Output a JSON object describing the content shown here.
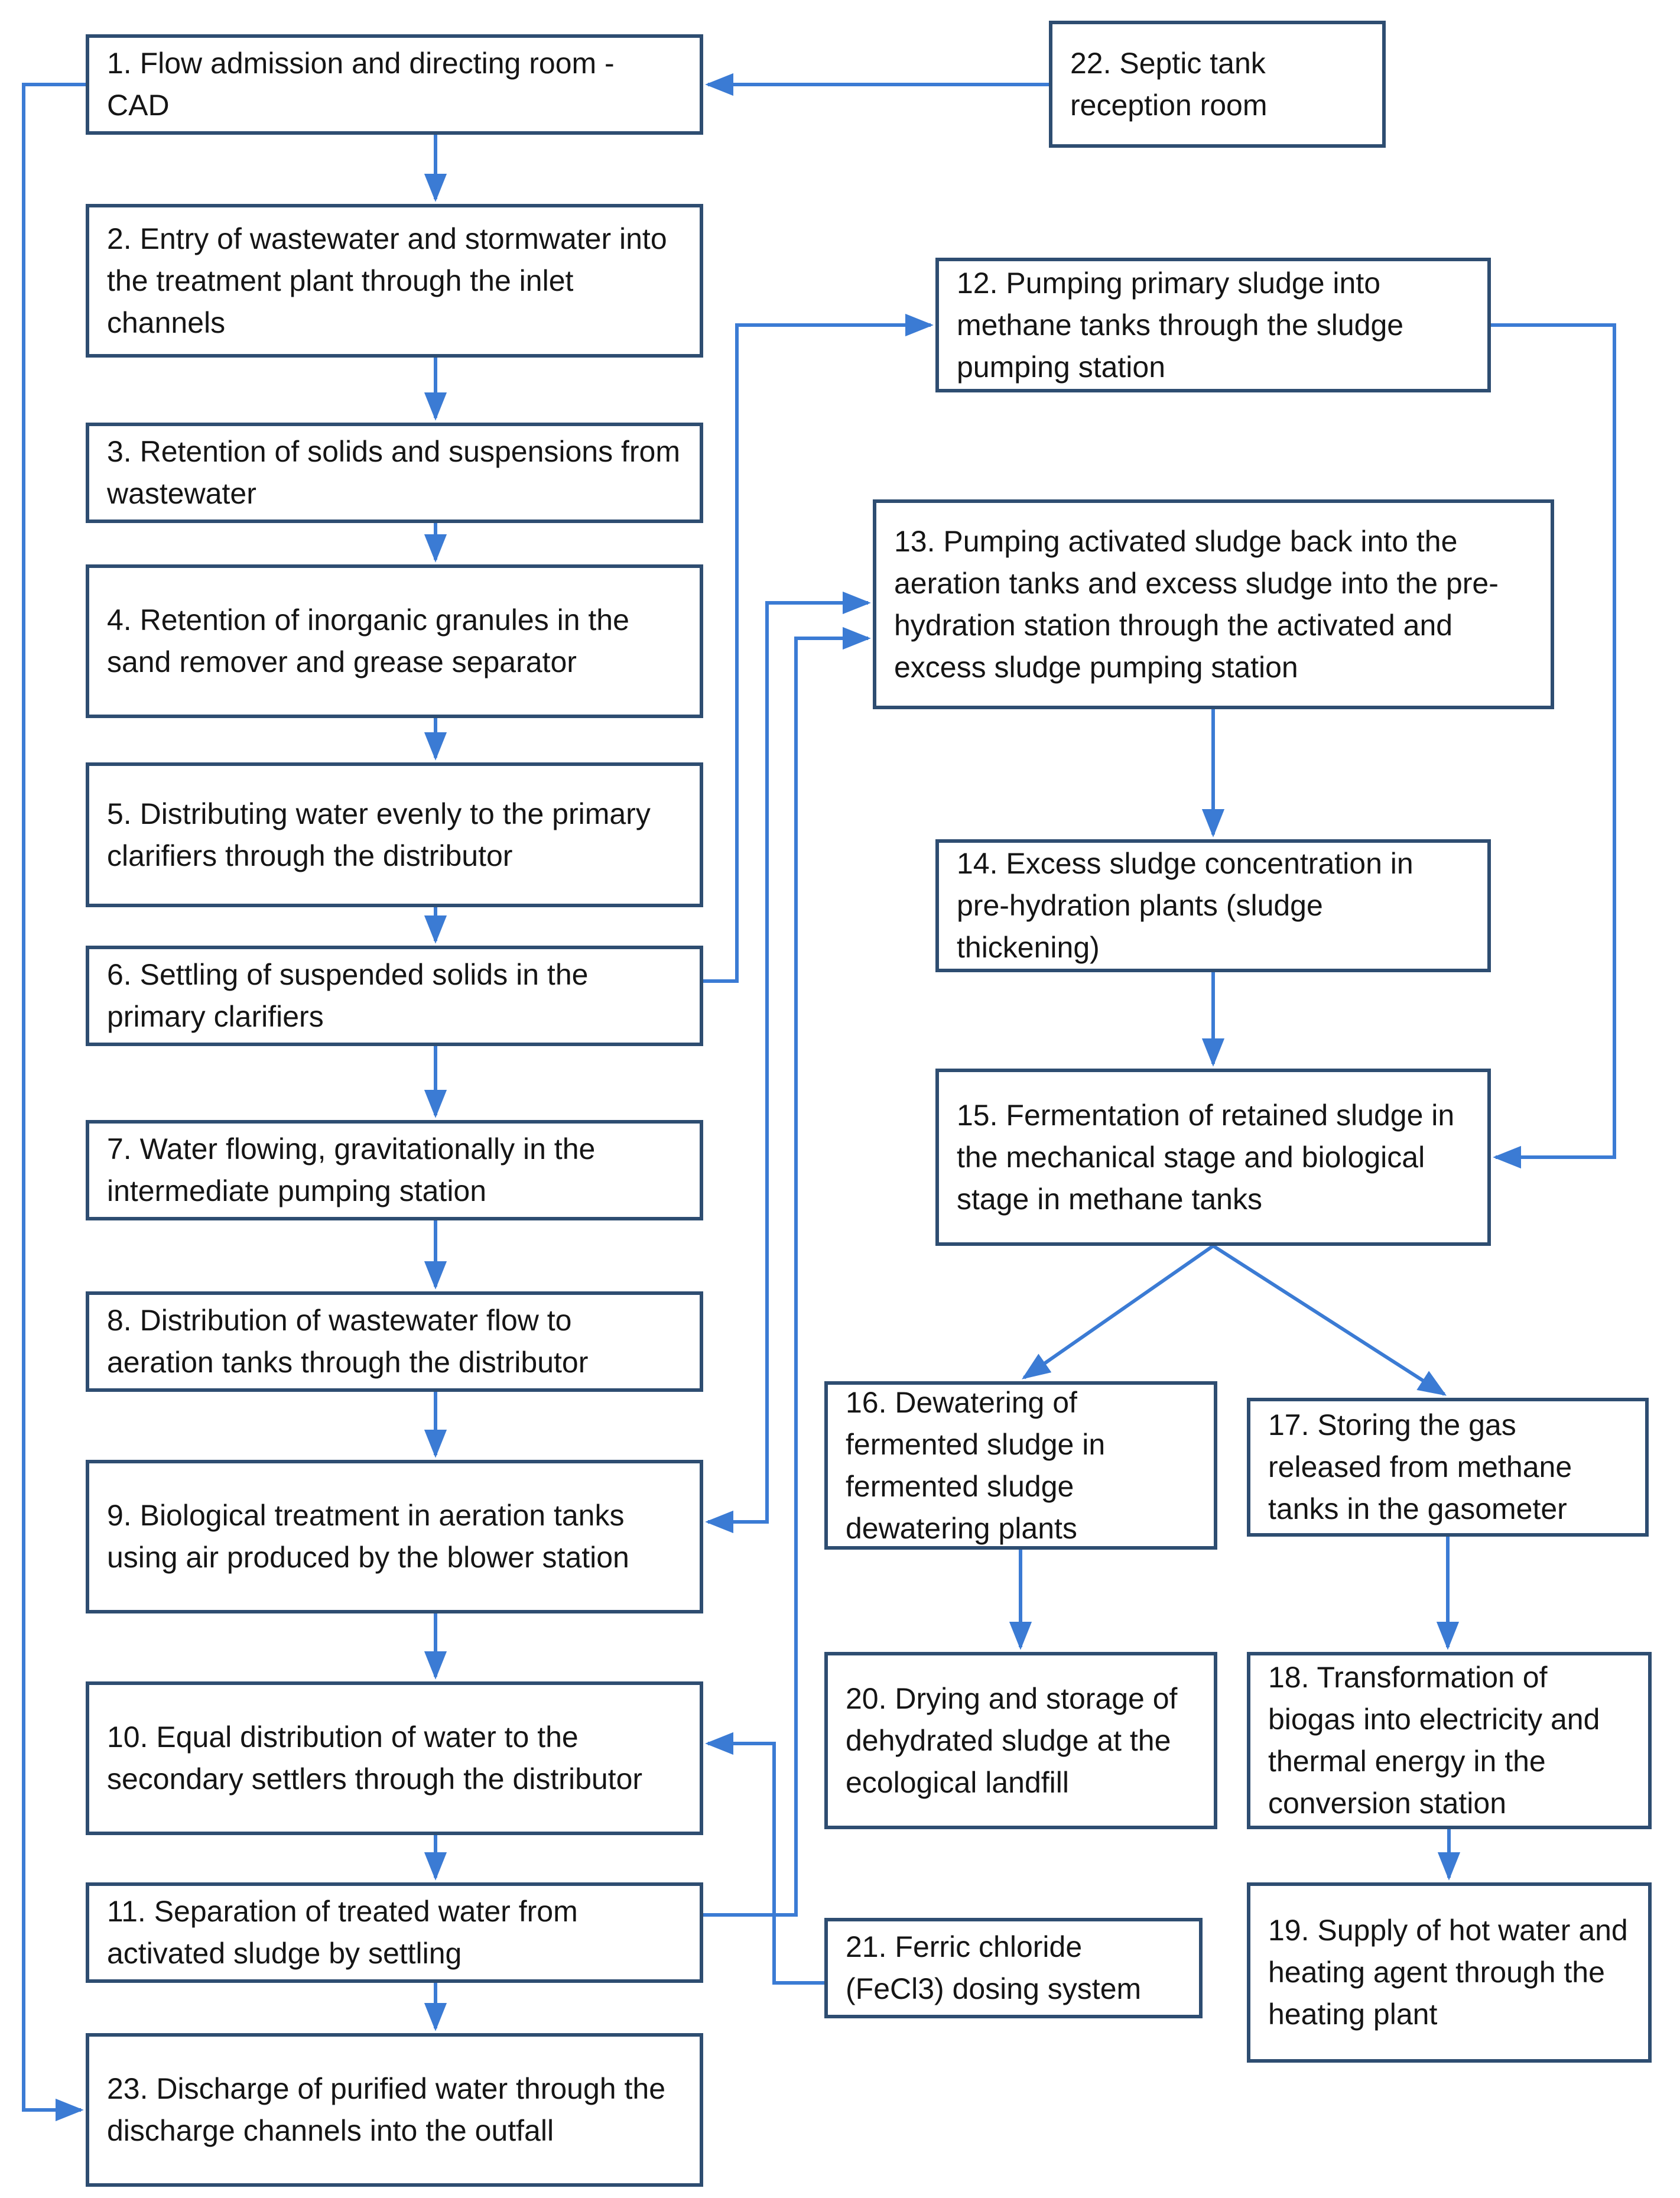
{
  "diagram": {
    "title": "Wastewater treatment plant process flowchart",
    "colors": {
      "background": "#ffffff",
      "box_border": "#2e4d71",
      "box_fill": "#ffffff",
      "arrow": "#3b7bd4",
      "text": "#151515"
    },
    "nodes": [
      {
        "id": 1,
        "label": "1. Flow admission and directing room - CAD"
      },
      {
        "id": 2,
        "label": "2. Entry of wastewater and stormwater into the treatment plant through the inlet channels"
      },
      {
        "id": 3,
        "label": "3. Retention of solids and suspensions from wastewater"
      },
      {
        "id": 4,
        "label": "4. Retention of inorganic granules in the sand remover and grease separator"
      },
      {
        "id": 5,
        "label": "5. Distributing water evenly to the primary clarifiers through the distributor"
      },
      {
        "id": 6,
        "label": "6. Settling of suspended solids in the primary clarifiers"
      },
      {
        "id": 7,
        "label": "7. Water flowing, gravitationally in the intermediate pumping station"
      },
      {
        "id": 8,
        "label": "8. Distribution of wastewater flow to aeration tanks through the distributor"
      },
      {
        "id": 9,
        "label": "9. Biological treatment in aeration tanks using air produced by the blower station"
      },
      {
        "id": 10,
        "label": "10. Equal distribution of water to the secondary settlers through the distributor"
      },
      {
        "id": 11,
        "label": "11. Separation of treated water from activated sludge by settling"
      },
      {
        "id": 12,
        "label": "12. Pumping primary sludge into methane tanks through the sludge pumping station"
      },
      {
        "id": 13,
        "label": "13. Pumping activated sludge back into the aeration tanks and excess sludge into the pre-hydration station through the activated and excess sludge pumping station"
      },
      {
        "id": 14,
        "label": "14. Excess sludge concentration in pre-hydration plants (sludge thickening)"
      },
      {
        "id": 15,
        "label": "15. Fermentation of retained sludge in the mechanical stage and biological stage in methane tanks"
      },
      {
        "id": 16,
        "label": "16. Dewatering of fermented sludge in fermented sludge dewatering plants"
      },
      {
        "id": 17,
        "label": "17. Storing the gas released from methane tanks in the gasometer"
      },
      {
        "id": 18,
        "label": "18. Transformation of biogas into electricity and thermal energy in the conversion station"
      },
      {
        "id": 19,
        "label": "19. Supply of hot water and heating agent through the heating plant"
      },
      {
        "id": 20,
        "label": "20. Drying and storage of dehydrated sludge at the ecological landfill"
      },
      {
        "id": 21,
        "label": "21. Ferric chloride (FeCl3) dosing system"
      },
      {
        "id": 22,
        "label": "22. Septic tank reception room"
      },
      {
        "id": 23,
        "label": "23. Discharge of purified water through the discharge channels into the outfall"
      }
    ],
    "edges": [
      {
        "from": 22,
        "to": 1
      },
      {
        "from": 1,
        "to": 2
      },
      {
        "from": 2,
        "to": 3
      },
      {
        "from": 3,
        "to": 4
      },
      {
        "from": 4,
        "to": 5
      },
      {
        "from": 5,
        "to": 6
      },
      {
        "from": 6,
        "to": 7
      },
      {
        "from": 7,
        "to": 8
      },
      {
        "from": 8,
        "to": 9
      },
      {
        "from": 9,
        "to": 10
      },
      {
        "from": 10,
        "to": 11
      },
      {
        "from": 11,
        "to": 23
      },
      {
        "from": 1,
        "to": 23
      },
      {
        "from": 6,
        "to": 12
      },
      {
        "from": 12,
        "to": 15
      },
      {
        "from": 13,
        "to": 9,
        "bidirectional": true
      },
      {
        "from": 11,
        "to": 13
      },
      {
        "from": 21,
        "to": 10
      },
      {
        "from": 13,
        "to": 14
      },
      {
        "from": 14,
        "to": 15
      },
      {
        "from": 15,
        "to": 16
      },
      {
        "from": 15,
        "to": 17
      },
      {
        "from": 16,
        "to": 20
      },
      {
        "from": 17,
        "to": 18
      },
      {
        "from": 18,
        "to": 19
      }
    ]
  }
}
